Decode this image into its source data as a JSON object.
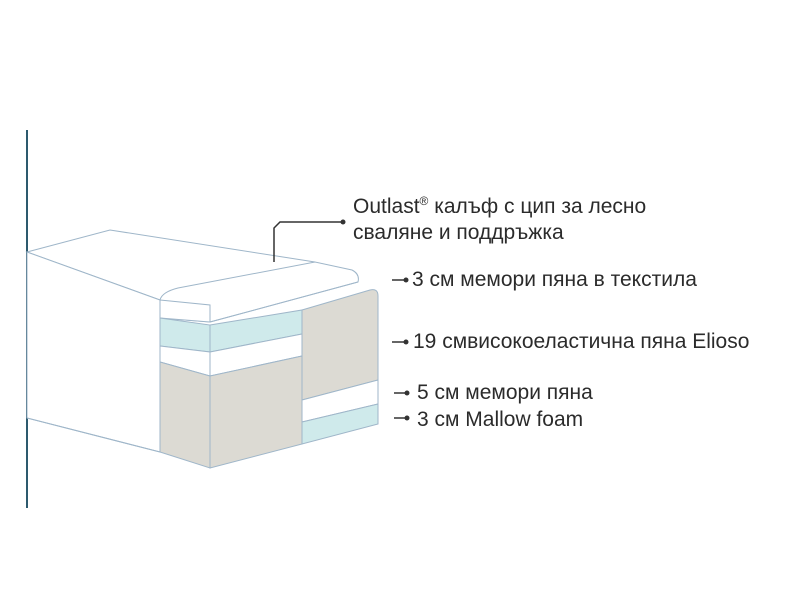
{
  "colors": {
    "accent_line": "#2d5a6e",
    "outline": "#9fb6c9",
    "gray_foam": "#dcdad3",
    "mint_foam": "#cfeaeb",
    "white_foam": "#ffffff",
    "leader": "#333333"
  },
  "labels": {
    "cover_line1": "Outlast",
    "cover_reg": "®",
    "cover_line1_rest": " калъф с цип за лесно",
    "cover_line2": "сваляне и поддръжка",
    "layer_1": "3 см мемори пяна в текстила",
    "layer_2": "19 смвисокоеластична пяна Elioso",
    "layer_3": "5 см мемори пяна",
    "layer_4": "3 см Mallow foam"
  }
}
